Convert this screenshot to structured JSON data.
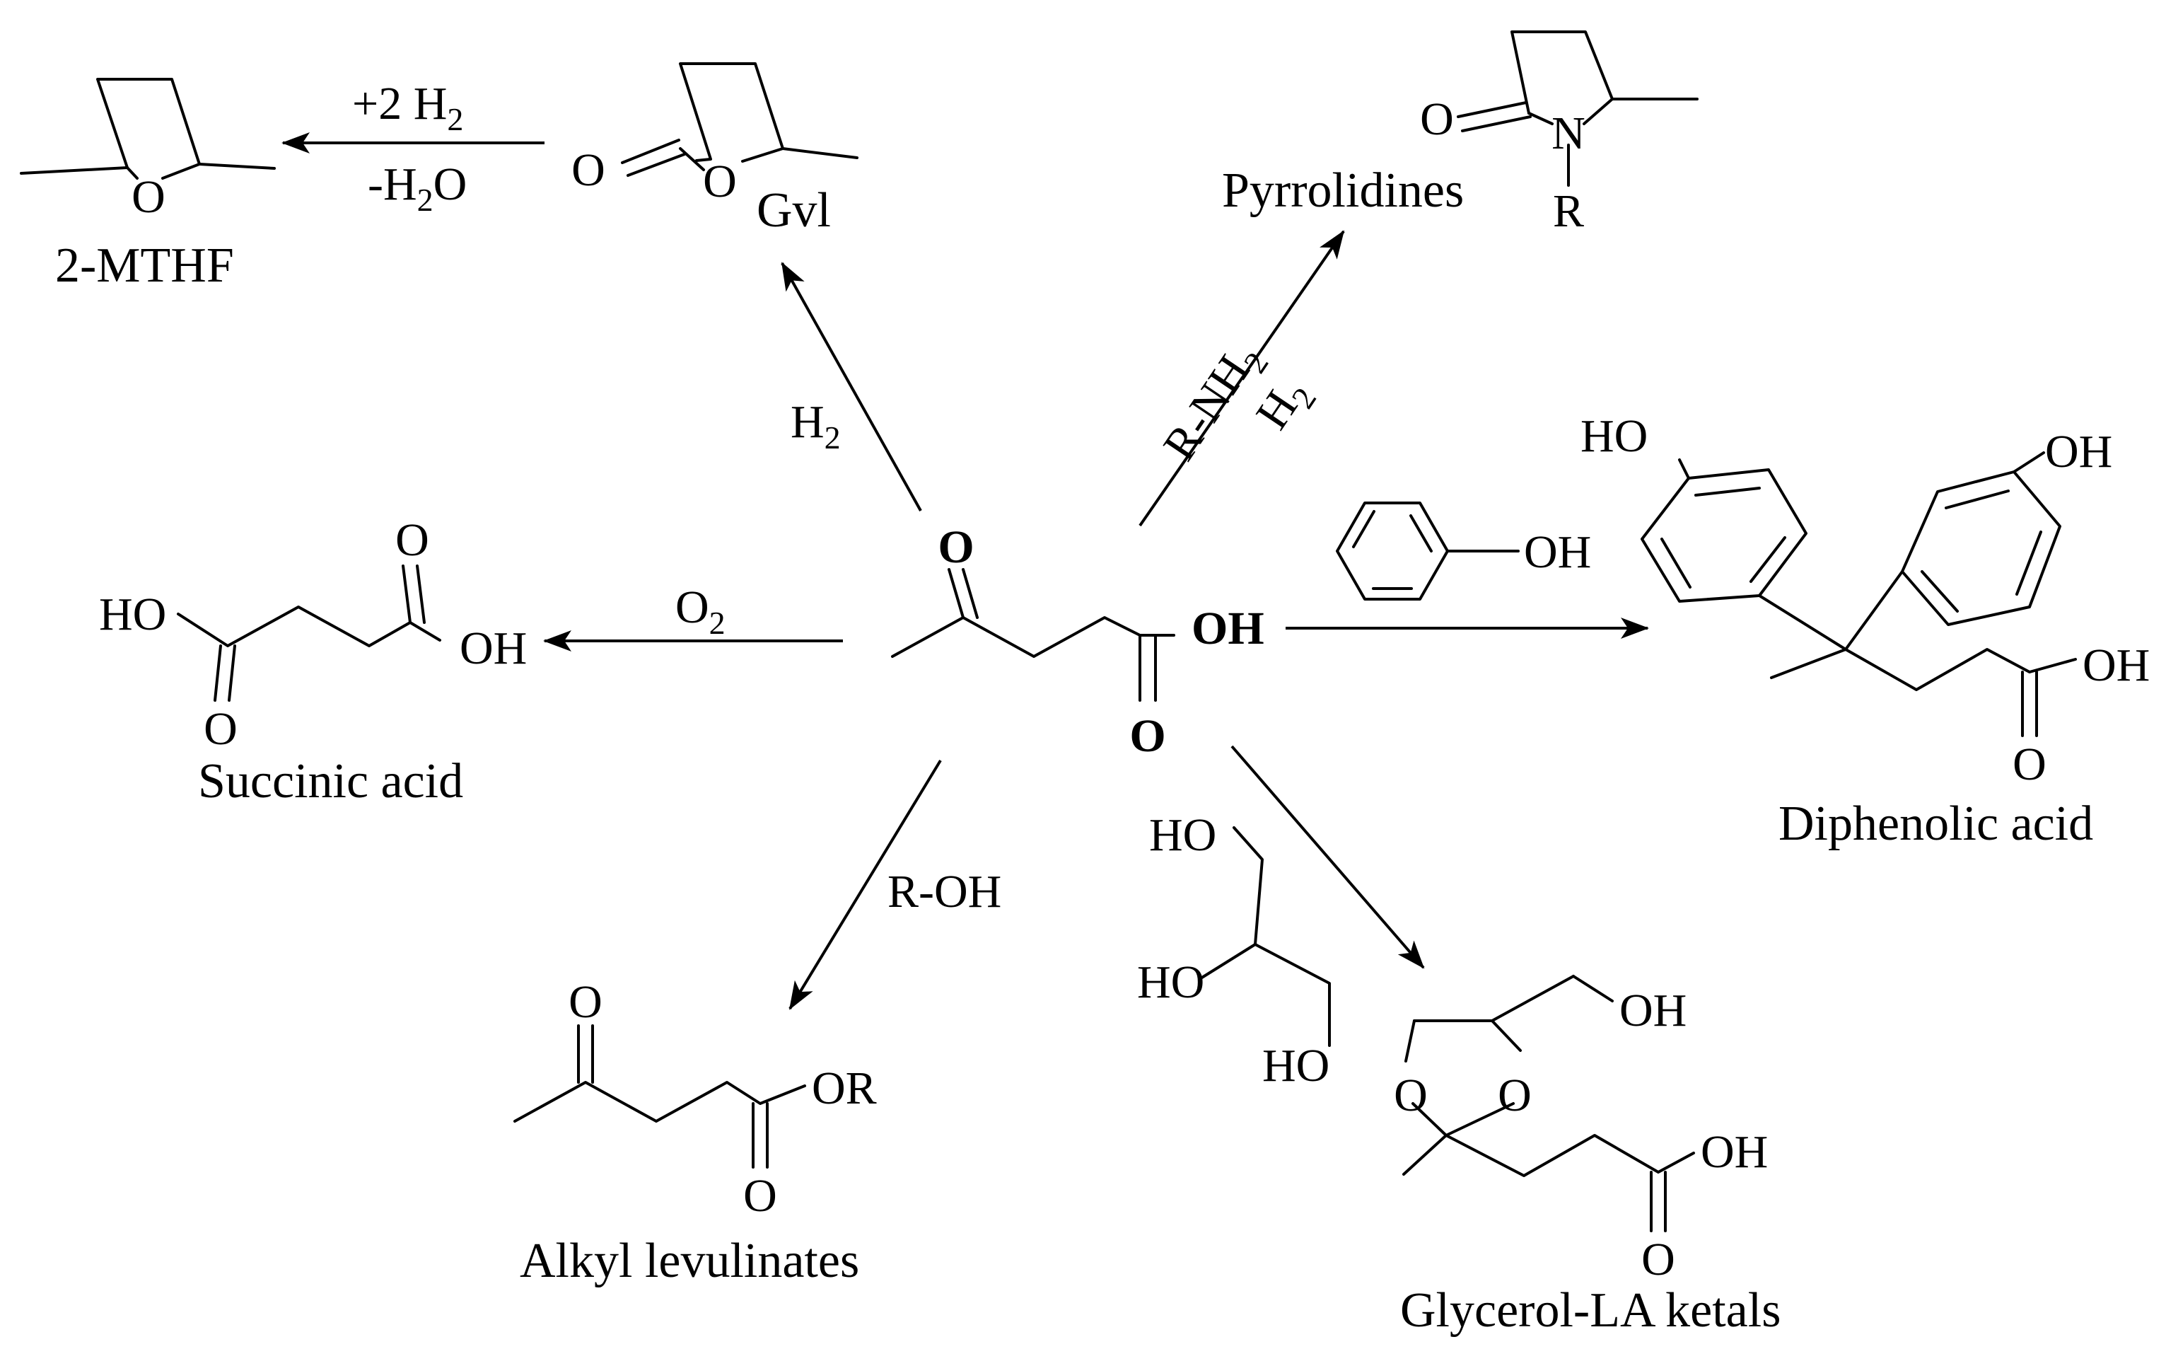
{
  "compounds": {
    "mthf": {
      "name": "2-MTHF",
      "ring_o": "O"
    },
    "gvl": {
      "name": "Gvl",
      "carbonyl_o": "O",
      "ring_o": "O"
    },
    "pyrrolidines": {
      "name": "Pyrrolidines",
      "carbonyl_o": "O",
      "n": "N",
      "r": "R"
    },
    "succinic": {
      "name": "Succinic acid",
      "ho": "HO",
      "oh": "OH",
      "o_top": "O",
      "o_bottom": "O"
    },
    "la": {
      "ketone_o": "O",
      "acid_oh": "OH",
      "acid_o": "O"
    },
    "diphenolic": {
      "name": "Diphenolic acid",
      "oh_left": "HO",
      "oh_right": "OH",
      "acid_oh": "OH",
      "acid_o": "O"
    },
    "phenol": {
      "oh": "OH"
    },
    "glycerol": {
      "ho1": "HO",
      "ho2": "HO",
      "ho3": "HO"
    },
    "ketal": {
      "name": "Glycerol-LA ketals",
      "oh": "OH",
      "ring_o1": "O",
      "ring_o2": "O",
      "acid_oh": "OH",
      "acid_o": "O"
    },
    "alkyl": {
      "name": "Alkyl levulinates",
      "ketone_o": "O",
      "ester_or": "OR",
      "ester_o": "O"
    }
  },
  "reagents": {
    "h2_gvl": {
      "main": "H",
      "sub": "2"
    },
    "mthf_top": {
      "main": "+2 H",
      "sub": "2"
    },
    "mthf_bottom": {
      "pre": "-H",
      "sub": "2",
      "post": "O"
    },
    "amine_top": {
      "main": "R-NH",
      "sub": "2"
    },
    "amine_bottom": {
      "main": "H",
      "sub": "2"
    },
    "o2": {
      "main": "O",
      "sub": "2"
    },
    "roh": "R-OH"
  }
}
